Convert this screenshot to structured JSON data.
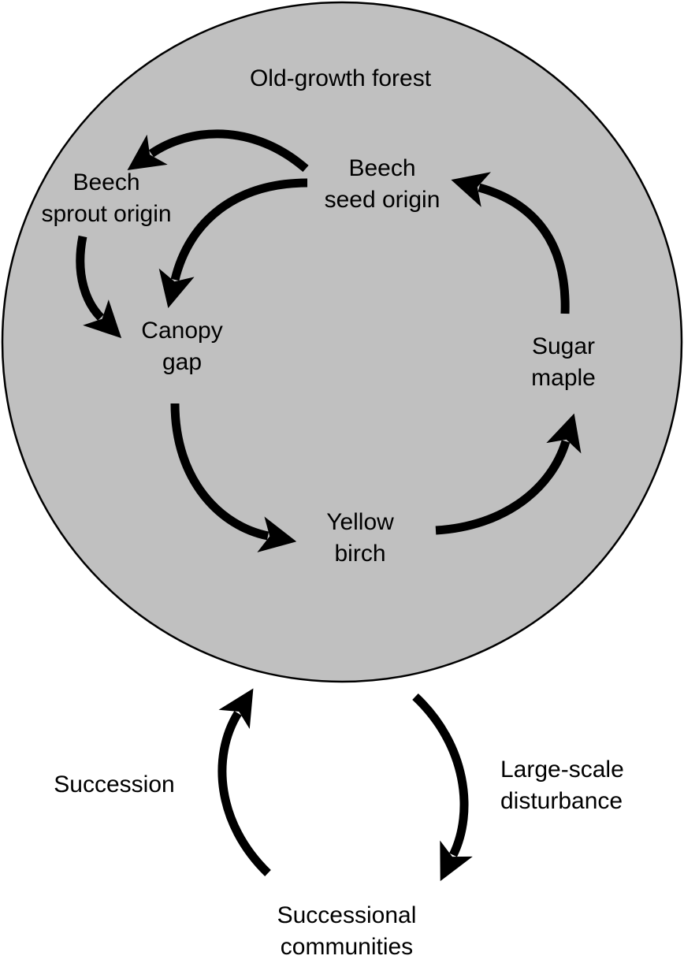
{
  "colors": {
    "forest_fill": "#c0c0c0",
    "outline": "#000000",
    "arrow": "#000000",
    "background": "#ffffff"
  },
  "forest": {
    "title": "Old-growth forest"
  },
  "nodes": {
    "beech_sprout": {
      "line1": "Beech",
      "line2": "sprout origin"
    },
    "beech_seed": {
      "line1": "Beech",
      "line2": "seed origin"
    },
    "canopy_gap": {
      "line1": "Canopy",
      "line2": "gap"
    },
    "yellow_birch": {
      "line1": "Yellow",
      "line2": "birch"
    },
    "sugar_maple": {
      "line1": "Sugar",
      "line2": "maple"
    }
  },
  "outer_cycle": {
    "succession": "Succession",
    "disturbance": {
      "line1": "Large-scale",
      "line2": "disturbance"
    },
    "successional_communities": {
      "line1": "Successional",
      "line2": "communities"
    }
  }
}
